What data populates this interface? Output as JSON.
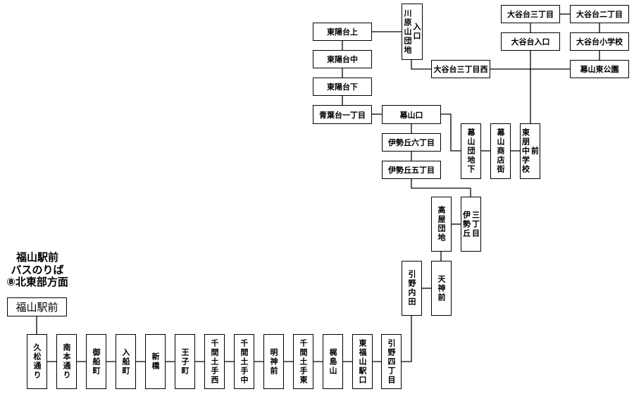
{
  "title": {
    "line1": "福山駅前",
    "line2": "バスのりば",
    "line3": "⑧北東部方面"
  },
  "origin": "福山駅前",
  "route_main": [
    "久松通り",
    "南本通り",
    "御船町",
    "入船町",
    "新橋",
    "王子町",
    "千間土手西",
    "千間土手中",
    "明神前",
    "千間土手東",
    "梶島山",
    "東福山駅口",
    "引野四丁目"
  ],
  "stops": {
    "hikino_uchida": "引野内田",
    "tenjin_mae": "天神前",
    "takaya_danchi": "高屋団地",
    "isegaoka_3_a": "伊勢丘",
    "isegaoka_3_b": "三丁目",
    "isegaoka_5": "伊勢丘五丁目",
    "isegaoka_6": "伊勢丘六丁目",
    "makuyama_guchi": "幕山口",
    "makuyama_danchi_shita": "幕山団地下",
    "makuyama_shotengai": "幕山商店街",
    "toho_chugakko_a": "東朋中学校",
    "toho_chugakko_b": "前",
    "aobadai_1": "青葉台一丁目",
    "toyodai_shita": "東陽台下",
    "toyodai_naka": "東陽台中",
    "toyodai_ue": "東陽台上",
    "kawaharayama_a": "川原山団地",
    "kawaharayama_b": "入口",
    "otanidai_3_nishi": "大谷台三丁目西",
    "otanidai_3": "大谷台三丁目",
    "otanidai_2": "大谷台二丁目",
    "otanidai_iriguchi": "大谷台入口",
    "otanidai_shogakko": "大谷台小学校",
    "makuyama_higashi_koen": "幕山東公園"
  }
}
